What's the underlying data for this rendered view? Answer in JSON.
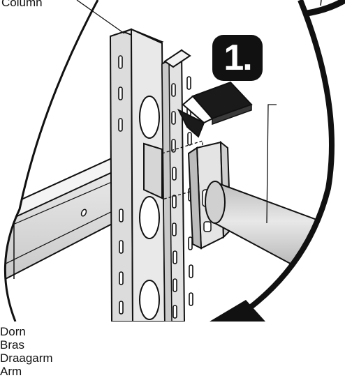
{
  "labels": {
    "column": "Column",
    "arm": [
      "Dorn",
      "Bras",
      "Draagarm",
      "Arm"
    ]
  },
  "step_badge": "1.",
  "colors": {
    "outline": "#111111",
    "steel_light": "#e6e6e6",
    "steel_mid": "#cfcfcf",
    "steel_dark": "#a9a9a9",
    "badge": "#111111",
    "background": "#ffffff"
  },
  "icons": {
    "badge_shape": "rounded-square",
    "zoom_shape": "circle"
  }
}
